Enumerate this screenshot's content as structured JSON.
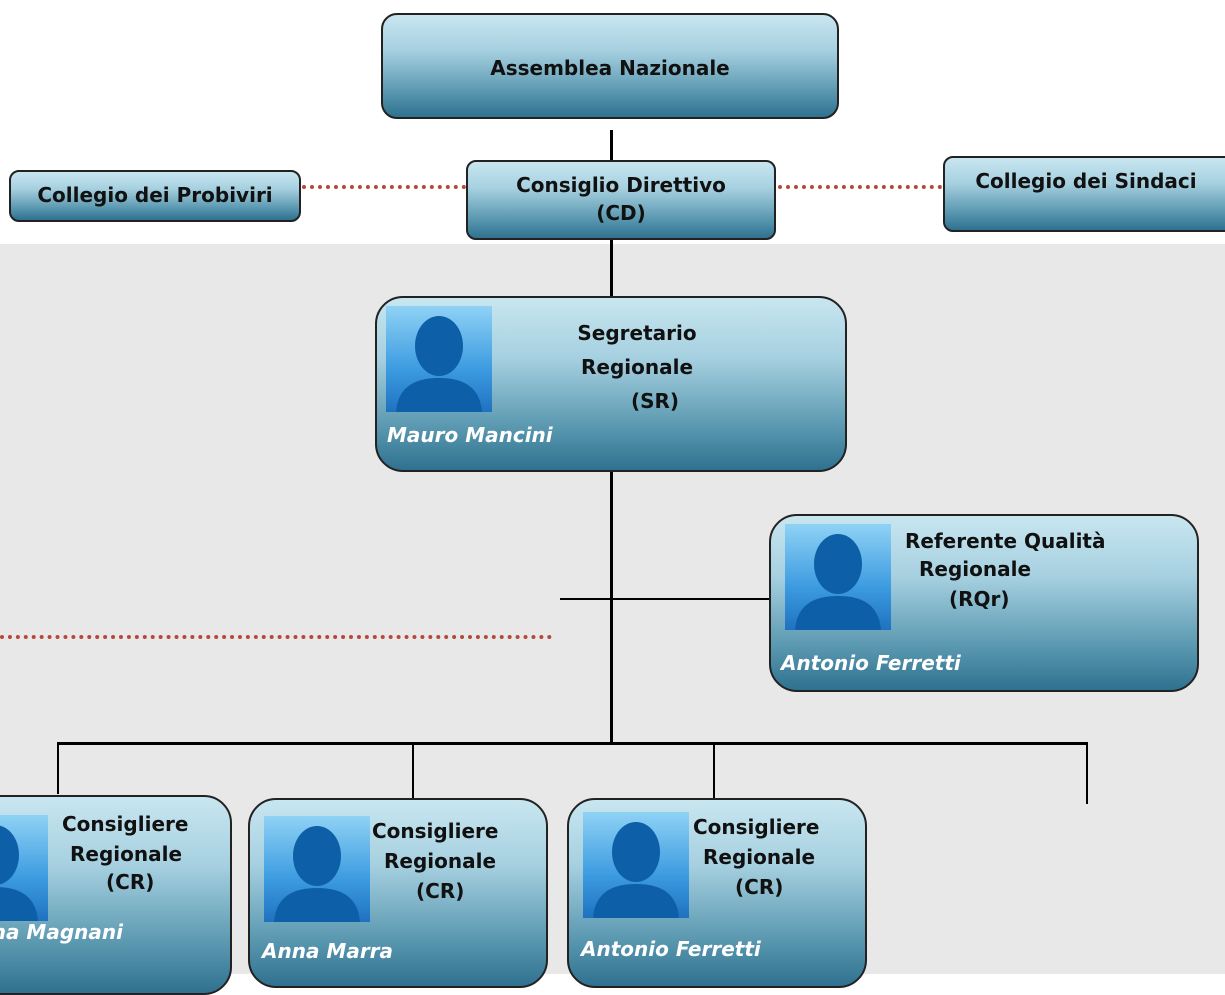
{
  "chart": {
    "top": {
      "title": "Assemblea Nazionale"
    },
    "left_box": {
      "title": "Collegio dei Probiviri"
    },
    "center_box": {
      "title_line1": "Consiglio Direttivo",
      "title_line2": "(CD)"
    },
    "right_box": {
      "title": "Collegio dei Sindaci"
    },
    "sr": {
      "line1": "Segretario",
      "line2": "Regionale",
      "line3": "(SR)",
      "person": "Mauro Mancini"
    },
    "rq": {
      "line1": "Referente Qualità",
      "line2": "Regionale",
      "line3": "(RQr)",
      "person": "Antonio Ferretti"
    },
    "cr": [
      {
        "line1": "Consigliere",
        "line2": "Regionale",
        "line3": "(CR)",
        "person": "Anna Magnani"
      },
      {
        "line1": "Consigliere",
        "line2": "Regionale",
        "line3": "(CR)",
        "person": "Anna Marra"
      },
      {
        "line1": "Consigliere",
        "line2": "Regionale",
        "line3": "(CR)",
        "person": "Antonio Ferretti"
      }
    ]
  },
  "icons": {
    "avatar": "person-silhouette-icon"
  },
  "colors": {
    "box_gradient_top": "#c8e6f0",
    "box_gradient_bottom": "#2f718f",
    "dotted_line": "#b5473f",
    "background_band": "#e8e8e8"
  }
}
